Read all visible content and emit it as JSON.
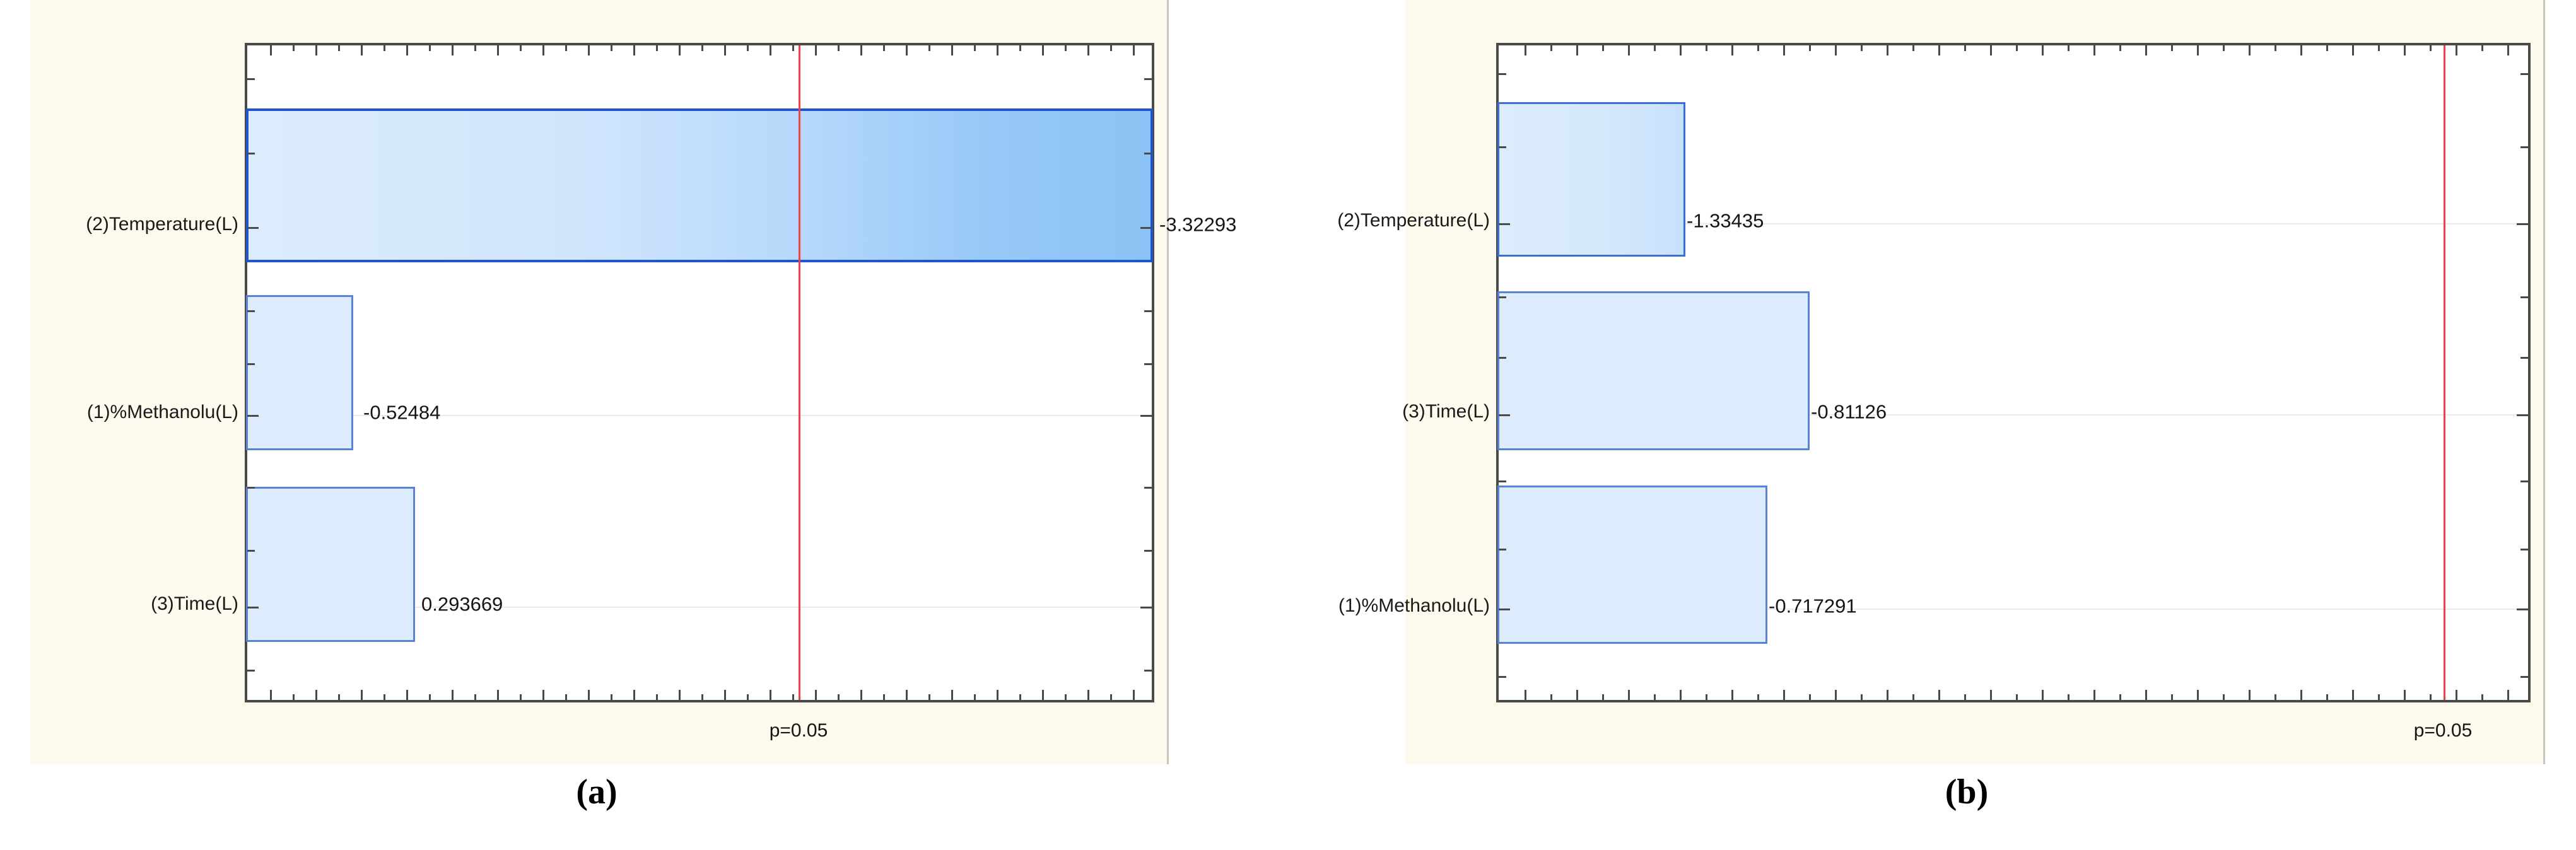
{
  "figure": {
    "panels": [
      {
        "caption": "(a)",
        "panel_id": "a",
        "significance_label": "p=0.05"
      },
      {
        "caption": "(b)",
        "panel_id": "b",
        "significance_label": "p=0.05"
      }
    ],
    "colors": {
      "panel_background": "#fdf9ec",
      "plot_background": "#ffffff",
      "bar_fill_light": "#ddecfd",
      "bar_fill_dark": "#8cc2f5",
      "bar_border": "#3a6fd8",
      "significance_line": "#f0404a",
      "axis": "#4a4a4a",
      "gridline": "#ebebeb"
    }
  },
  "chart_data": [
    {
      "type": "bar",
      "orientation": "horizontal",
      "title": "",
      "subtitle": "(a)",
      "xlabel": "",
      "ylabel": "",
      "categories": [
        "(2)Temperature(L)",
        "(1)%Methanolu(L)",
        "(3)Time(L)"
      ],
      "values": [
        -3.32293,
        -0.52484,
        0.293669
      ],
      "value_labels": [
        "-3.32293",
        "-0.52484",
        "0.293669"
      ],
      "magnitudes": [
        3.32293,
        0.52484,
        0.293669
      ],
      "reference_line": {
        "label": "p=0.05",
        "value": 2.3
      },
      "xlim": [
        0,
        3.7
      ],
      "grid": true,
      "legend": null
    },
    {
      "type": "bar",
      "orientation": "horizontal",
      "title": "",
      "subtitle": "(b)",
      "xlabel": "",
      "ylabel": "",
      "categories": [
        "(2)Temperature(L)",
        "(3)Time(L)",
        "(1)%Methanolu(L)"
      ],
      "values": [
        -1.33435,
        -0.81126,
        -0.717291
      ],
      "value_labels": [
        "-1.33435",
        "-0.81126",
        "-0.717291"
      ],
      "magnitudes": [
        1.33435,
        0.81126,
        0.717291
      ],
      "reference_line": {
        "label": "p=0.05",
        "value": 6.85
      },
      "xlim": [
        0,
        7.6
      ],
      "grid": true,
      "legend": null
    }
  ]
}
